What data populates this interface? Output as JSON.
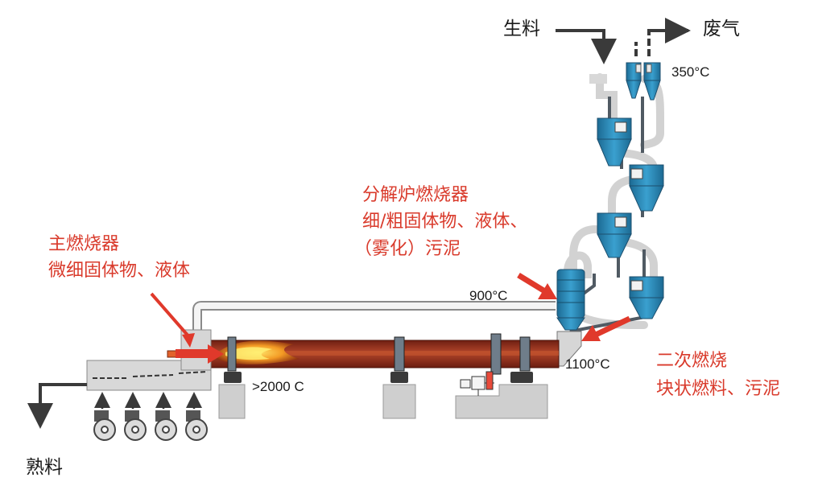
{
  "labels": {
    "raw_meal": "生料",
    "exhaust_gas": "废气",
    "clinker": "熟料",
    "main_burner_title": "主燃烧器",
    "main_burner_fuel": "微细固体物、液体",
    "calciner_burner_title": "分解炉燃烧器",
    "calciner_fuel_line1": "细/粗固体物、液体、",
    "calciner_fuel_line2": "（雾化）污泥",
    "secondary_title": "二次燃烧",
    "secondary_fuel": "块状燃料、污泥"
  },
  "temperatures": {
    "top": "350°C",
    "calciner": "900°C",
    "kiln_inlet": "1100°C",
    "flame": ">2000 C"
  },
  "colors": {
    "cyclone_blue": "#2a86b4",
    "kiln_red": "#8b2e1c",
    "arrow_red": "#e0392b",
    "duct_gray": "#d6d6d6",
    "pier_gray": "#cfcfcf"
  }
}
